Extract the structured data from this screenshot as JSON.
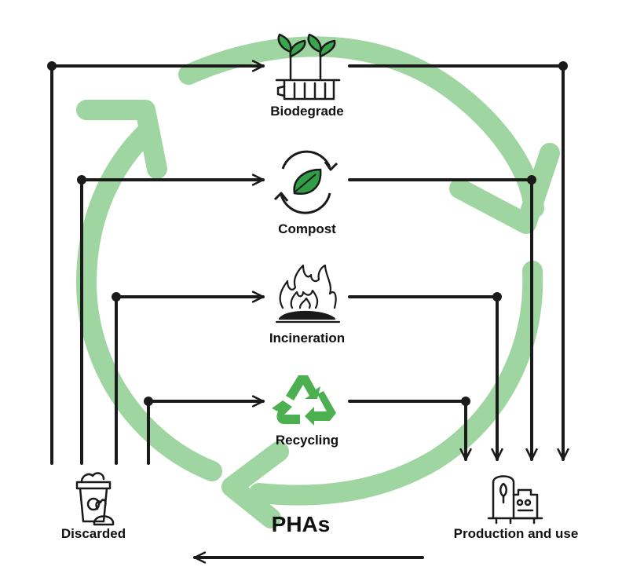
{
  "colors": {
    "cycle": "#9fd5a0",
    "arrow": "#1a1a1a",
    "leaf": "#2f9e46",
    "recycle": "#4caf50"
  },
  "nodes": {
    "biodegrade": {
      "label": "Biodegrade",
      "icon": "sprouting-plants-bottle-icon"
    },
    "compost": {
      "label": "Compost",
      "icon": "leaf-cycle-icon"
    },
    "incineration": {
      "label": "Incineration",
      "icon": "fire-icon"
    },
    "recycling": {
      "label": "Recycling",
      "icon": "recycle-icon"
    },
    "discarded": {
      "label": "Discarded",
      "icon": "trash-bin-icon"
    },
    "production": {
      "label": "Production and use",
      "icon": "factory-icon"
    }
  },
  "center_label": "PHAs"
}
